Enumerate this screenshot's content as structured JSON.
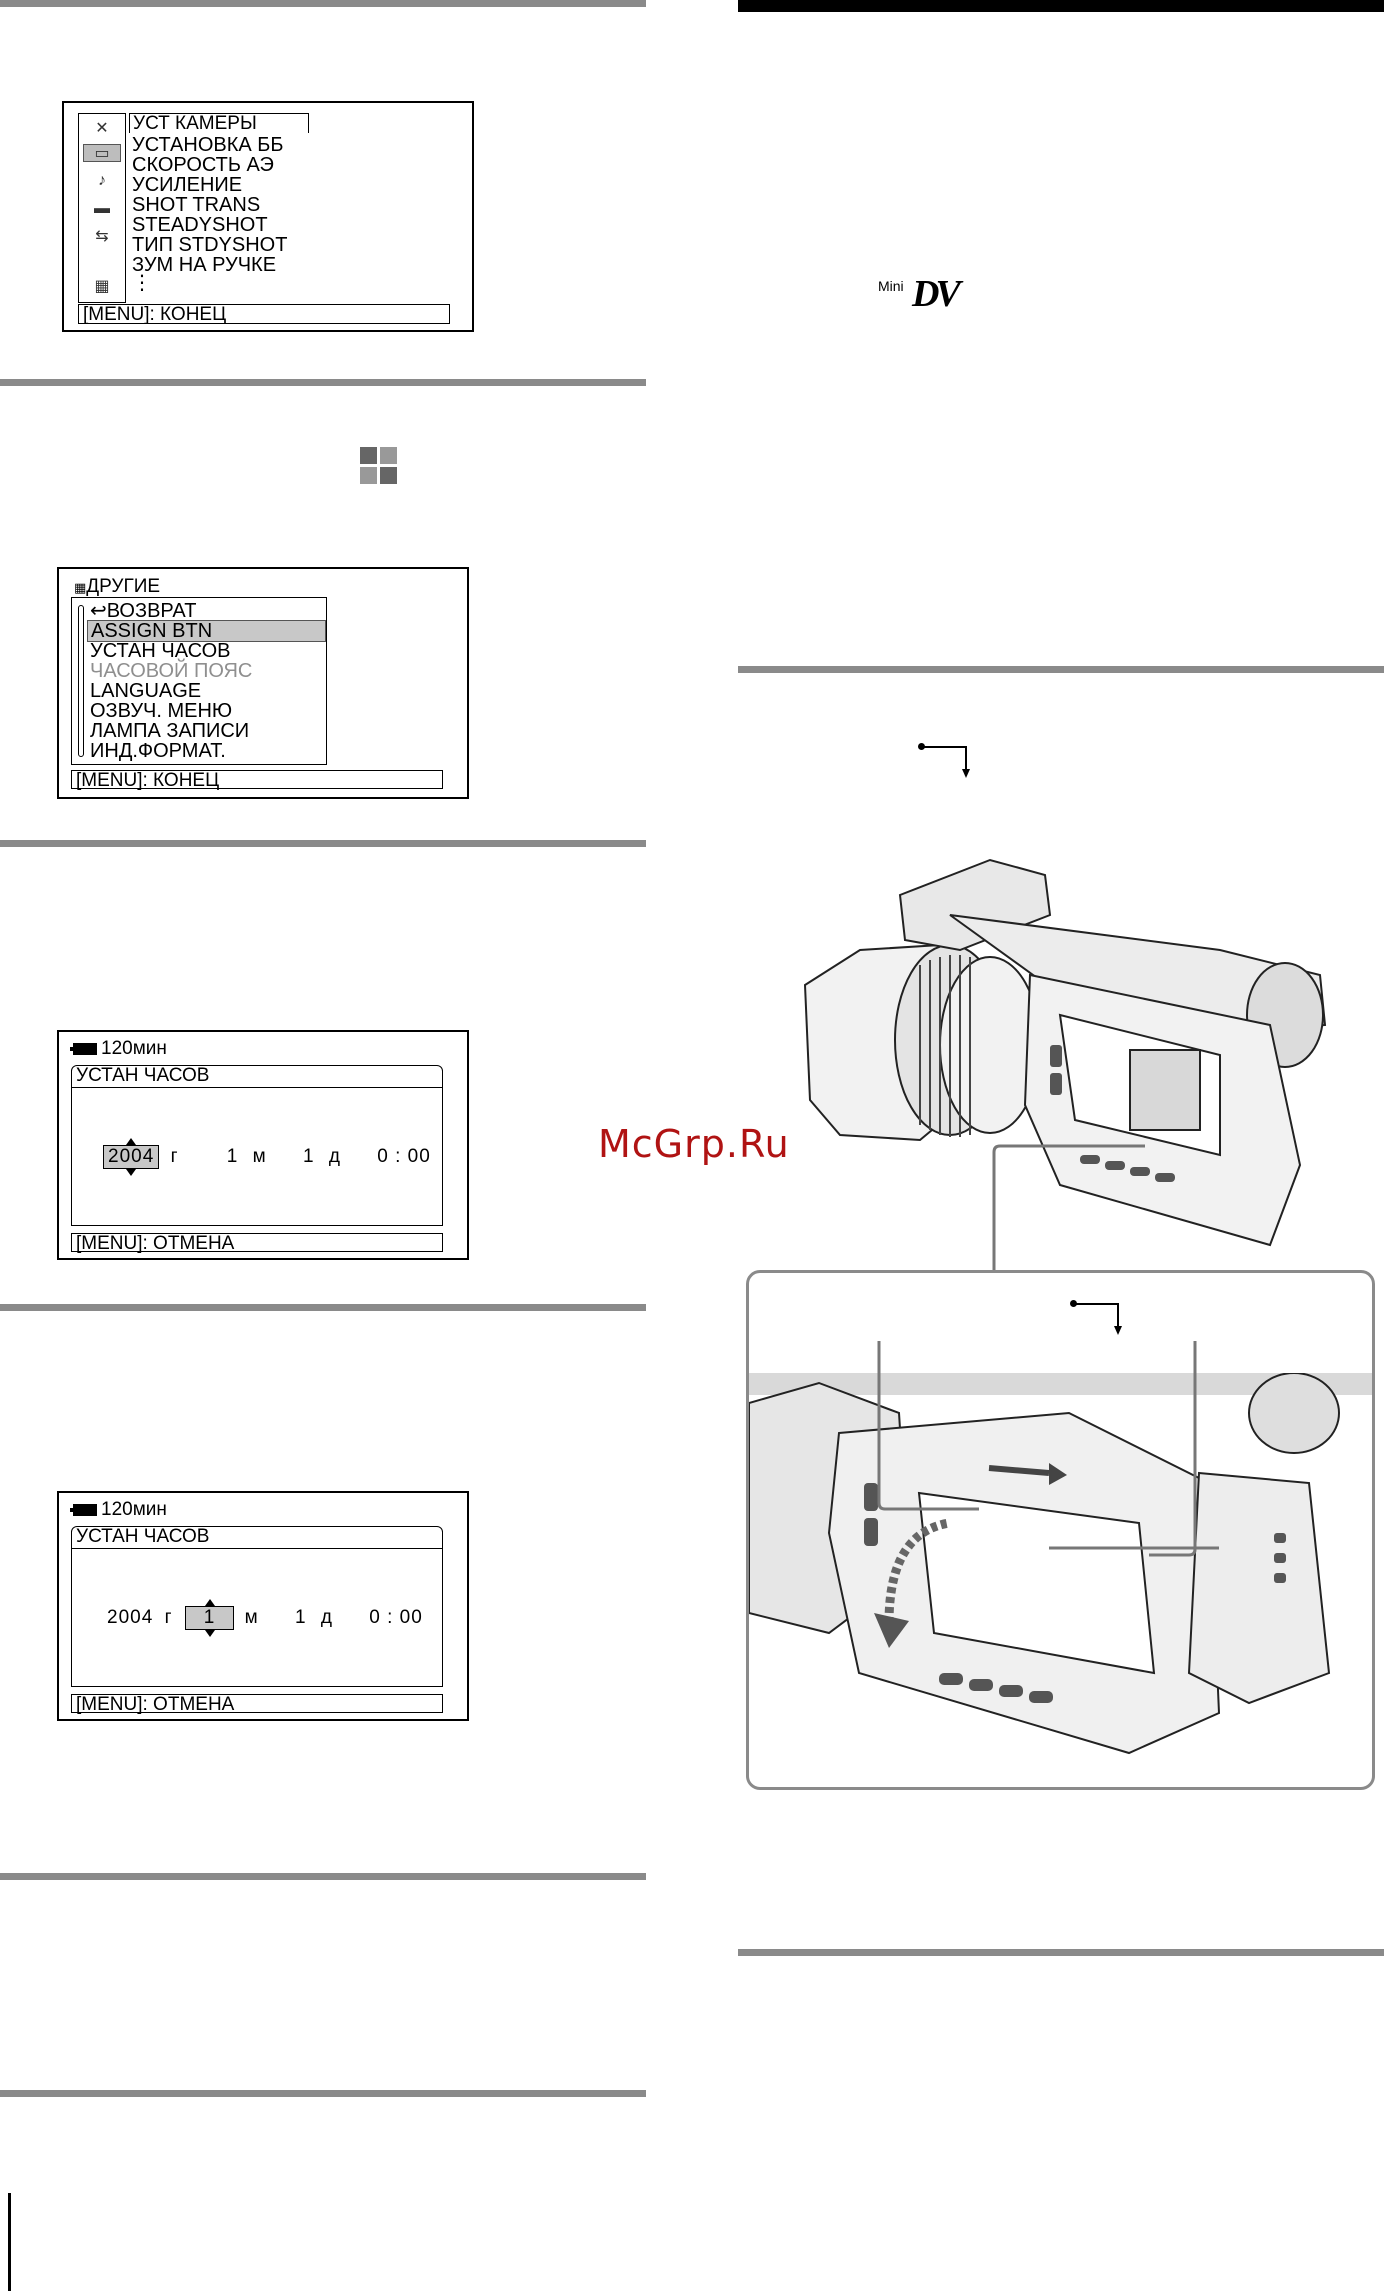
{
  "menu1": {
    "title": "УСТ КАМЕРЫ",
    "items": [
      "УСТАНОВКА ББ",
      "СКОРОСТЬ АЭ",
      "УСИЛЕНИЕ",
      "SHOT TRANS",
      "STEADYSHOT",
      "ТИП STDYSHOT",
      "ЗУМ НА РУЧКЕ",
      "⋮"
    ],
    "footer": "[MENU]: КОНЕЦ",
    "icons": [
      "tools-icon",
      "camera-set-icon",
      "music-note-icon",
      "display-icon",
      "arrows-icon",
      "others-icon"
    ]
  },
  "menu2": {
    "title": "ДРУГИЕ",
    "items": [
      "↩ВОЗВРАТ",
      "ASSIGN BTN",
      "УСТАН ЧАСОВ",
      "ЧАСОВОЙ ПОЯС",
      "LANGUAGE",
      "ОЗВУЧ. МЕНЮ",
      "ЛАМПА ЗАПИСИ",
      "ИНД.ФОРМАТ."
    ],
    "selected_index": 1,
    "dimmed_index": 3,
    "footer": "[MENU]: КОНЕЦ"
  },
  "clock1": {
    "battery": "120мин",
    "title": "УСТАН ЧАСОВ",
    "year": "2004",
    "year_unit": "г",
    "month": "1",
    "month_unit": "м",
    "day": "1",
    "day_unit": "д",
    "time": "0 : 00",
    "footer": "[MENU]: ОТМЕНА"
  },
  "clock2": {
    "battery": "120мин",
    "title": "УСТАН ЧАСОВ",
    "year": "2004",
    "year_unit": "г",
    "month": "1",
    "month_unit": "м",
    "day": "1",
    "day_unit": "д",
    "time": "0 : 00",
    "footer": "[MENU]: ОТМЕНА"
  },
  "logo": {
    "mini": "Mini",
    "dv": "DV"
  },
  "watermark": "McGrp.Ru",
  "images": {
    "camcorder": "camcorder-illustration",
    "detail": "lcd-panel-open-illustration"
  }
}
